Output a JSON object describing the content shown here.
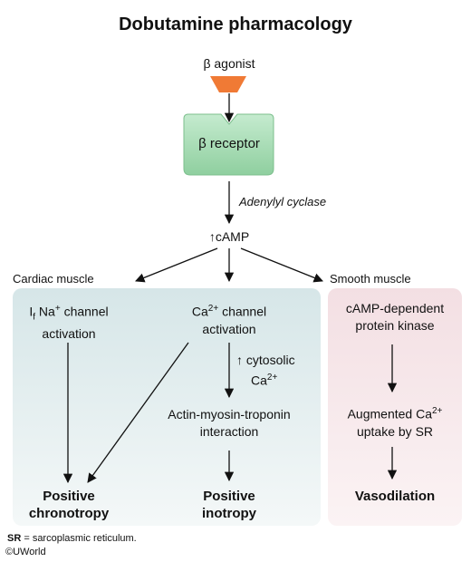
{
  "title": "Dobutamine pharmacology",
  "agonist": "β agonist",
  "receptor": "β receptor",
  "enzyme": "Adenylyl cyclase",
  "camp": "↑cAMP",
  "regions": {
    "cardiac": "Cardiac muscle",
    "smooth": "Smooth muscle"
  },
  "cardiac": {
    "if_channel": {
      "prefix": "I",
      "sub": "f",
      "mid": " Na",
      "sup": "+",
      "line1_end": " channel",
      "line2": "activation"
    },
    "ca_channel": {
      "prefix": "Ca",
      "sup": "2+",
      "line1_end": " channel",
      "line2": "activation"
    },
    "cytosolic": {
      "line1": "↑ cytosolic",
      "line2_prefix": "Ca",
      "line2_sup": "2+"
    },
    "interaction": {
      "line1": "Actin-myosin-troponin",
      "line2": "interaction"
    },
    "chronotropy": {
      "line1": "Positive",
      "line2": "chronotropy"
    },
    "inotropy": {
      "line1": "Positive",
      "line2": "inotropy"
    }
  },
  "smooth": {
    "kinase": {
      "line1": "cAMP-dependent",
      "line2": "protein kinase"
    },
    "uptake": {
      "line1_prefix": "Augmented Ca",
      "line1_sup": "2+",
      "line2": "uptake by SR"
    },
    "vasodilation": "Vasodilation"
  },
  "footnote": {
    "abbr": "SR",
    "text": " = sarcoplasmic reticulum."
  },
  "copyright": "©UWorld",
  "colors": {
    "cardiac_bg": "#dde9ea",
    "smooth_bg": "#f5e3e6",
    "receptor": "#a7dcb4",
    "agonist": "#f07a35"
  }
}
